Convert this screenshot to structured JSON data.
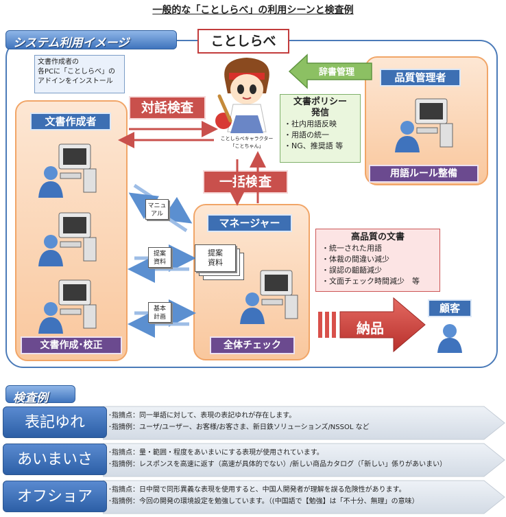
{
  "page_title": "一般的な「ことしらべ」の利用シーンと検査例",
  "system_tab": "システム利用イメージ",
  "center_product": "ことしらべ",
  "install_note": [
    "文書作成者の",
    "各PCに「ことしらべ」の",
    "アドインをインストール"
  ],
  "character_caption": [
    "ことしらべキャラクター",
    "「ことちゃん」"
  ],
  "labels": {
    "writer": "文書作成者",
    "writer_task": "文書作成･校正",
    "quality_manager": "品質管理者",
    "term_rules": "用語ルール整備",
    "manager": "マネージャー",
    "overall_check": "全体チェック",
    "customer": "顧客"
  },
  "arrows": {
    "dialog_check": "対話検査",
    "batch_check": "一括検査",
    "dictionary": "辞書管理",
    "delivery": "納品"
  },
  "policy": {
    "title_1": "文書ポリシー",
    "title_2": "発信",
    "items": [
      "・社内用語反映",
      "・用語の統一",
      "・NG、推奨語 等"
    ]
  },
  "quality": {
    "title": "高品質の文書",
    "items": [
      "・統一された用語",
      "・体裁の間違い減少",
      "・誤認の齟齬減少",
      "・文面チェック時間減少　等"
    ]
  },
  "doc_chips": {
    "manual": [
      "マニュ",
      "アル"
    ],
    "proposal": [
      "提案",
      "資料"
    ],
    "plan": [
      "基本",
      "計画"
    ],
    "proposal_stack": [
      "提案",
      "資料"
    ]
  },
  "examples_tab": "検査例",
  "examples": [
    {
      "label": "表記ゆれ",
      "point": "･指摘点：同一単語に対して、表現の表記ゆれが存在します。",
      "sample": "･指摘例：ユーザ/ユーザー、お客様/お客さま、新日鉄ソリューションズ/NSSOL など"
    },
    {
      "label": "あいまいさ",
      "point": "･指摘点：量・範囲・程度をあいまいにする表現が使用されています。",
      "sample": "･指摘例：レスポンスを高速に返す（高速が具体的でない）/新しい商品カタログ（「新しい」係りがあいまい）"
    },
    {
      "label": "オフショア",
      "point": "･指摘点：日中間で同形異義な表現を使用すると、中国人開発者が理解を誤る危険性があります。",
      "sample": "･指摘例：今回の開発の環境設定を勉強しています。（(中国語で【勉強】は「不十分、無理」の意味）"
    }
  ],
  "colors": {
    "accent_blue": "#3d6fb3",
    "accent_red": "#c9504c",
    "accent_purple": "#6b4a8f",
    "zone_orange": "#f9c79d",
    "green": "#8cc063"
  }
}
